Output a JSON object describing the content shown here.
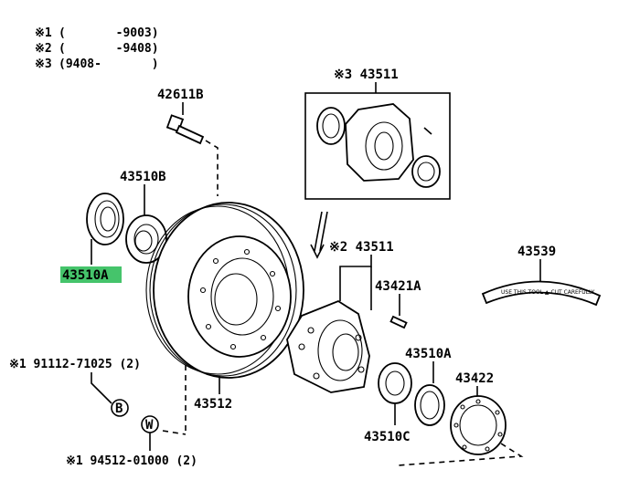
{
  "notes": [
    {
      "mark": "※1",
      "range": "(       -9003)"
    },
    {
      "mark": "※2",
      "range": "(       -9408)"
    },
    {
      "mark": "※3",
      "range": "(9408-       )"
    }
  ],
  "labels": {
    "hub_assy_3": "※3 43511",
    "hub_bolt": "42611B",
    "bearing_inner": "43510B",
    "oil_seal": "43510A",
    "disc": "43512",
    "hub_assy_2": "※2 43511",
    "pin": "43421A",
    "bearing_outer_ring": "43510A",
    "bearing_outer": "43510C",
    "dust_cover": "43422",
    "caution_plate": "43539",
    "screw_b": "※1 91112-71025 (2)",
    "washer_w": "※1 94512-01000 (2)"
  },
  "markers": {
    "b": "B",
    "w": "W"
  },
  "highlight": {
    "part": "43510A",
    "color": "#45c46b"
  },
  "caution_text": "USE THIS TOOL ▲ CUT CAREFULLY"
}
